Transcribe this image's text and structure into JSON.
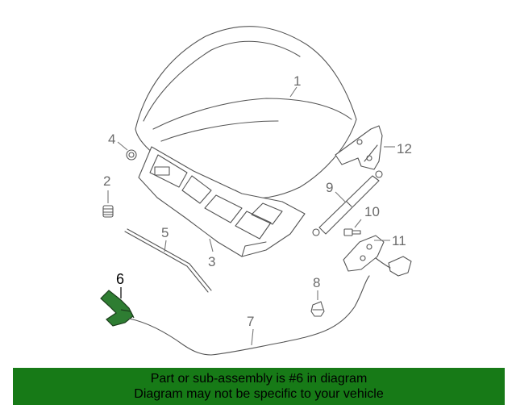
{
  "callouts": {
    "c1": "1",
    "c2": "2",
    "c3": "3",
    "c4": "4",
    "c5": "5",
    "c6": "6",
    "c7": "7",
    "c8": "8",
    "c9": "9",
    "c10": "10",
    "c11": "11",
    "c12": "12"
  },
  "highlight_part": "6",
  "colors": {
    "banner_bg": "#177a17",
    "highlight": "#2e7d32",
    "line": "#555555"
  },
  "banner": {
    "line1": "Part or sub-assembly is #6 in diagram",
    "line2": "Diagram may not be specific to your vehicle"
  }
}
